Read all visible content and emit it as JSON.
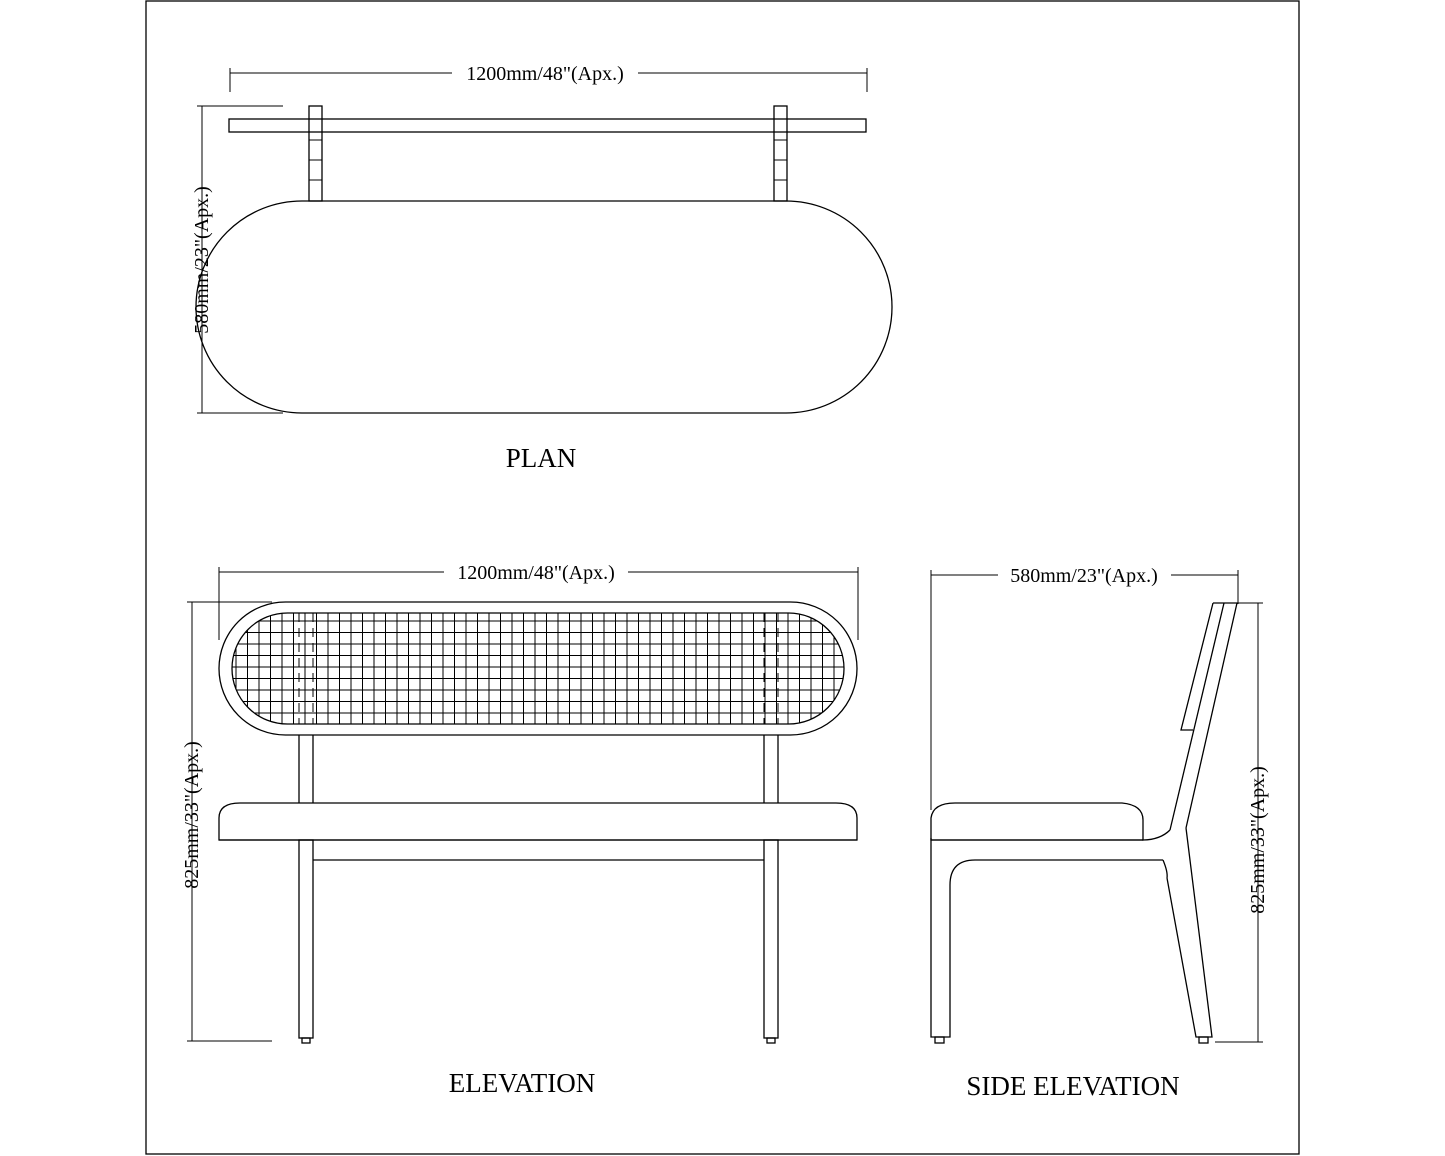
{
  "sheet": {
    "views": {
      "plan": {
        "title": "PLAN",
        "width_dim": "1200mm/48\"(Apx.)",
        "depth_dim": "580mm/23\"(Apx.)"
      },
      "elevation": {
        "title": "ELEVATION",
        "width_dim": "1200mm/48\"(Apx.)",
        "height_dim": "825mm/33\"(Apx.)"
      },
      "side_elevation": {
        "title": "SIDE ELEVATION",
        "depth_dim": "580mm/23\"(Apx.)",
        "height_dim": "825mm/33\"(Apx.)"
      }
    }
  }
}
